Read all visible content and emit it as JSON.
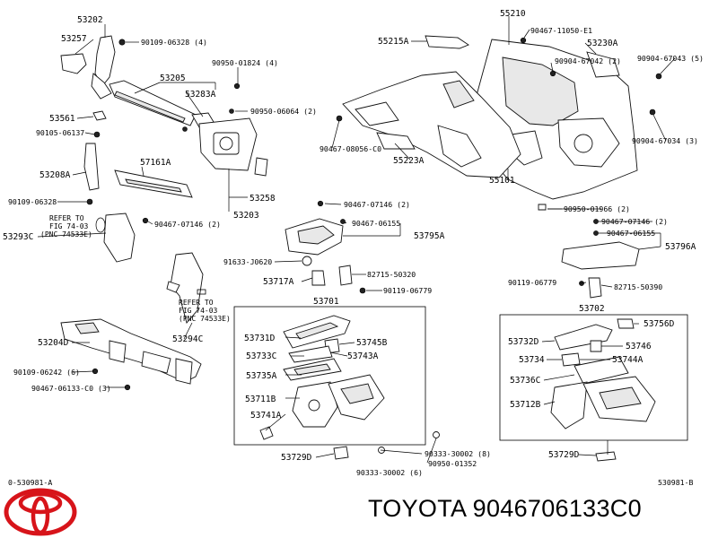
{
  "labels": {
    "l53202": "53202",
    "l53257": "53257",
    "l90109_06328_4": "90109-06328 (4)",
    "l90950_01824_4": "90950-01824 (4)",
    "l53205": "53205",
    "l53283A": "53283A",
    "l90950_06064_2": "90950-06064 (2)",
    "l53561": "53561",
    "l90105_06137": "90105-06137",
    "l53208A": "53208A",
    "l57161A": "57161A",
    "l90109_06328": "90109-06328",
    "l53258": "53258",
    "l53203": "53203",
    "l90467_07146_2a": "90467-07146 (2)",
    "l53293C": "53293C",
    "l53204D": "53204D",
    "l90109_06242_6": "90109-06242 (6)",
    "l90467_06133_C0_3": "90467-06133-C0 (3)",
    "l53294C": "53294C",
    "l55210": "55210",
    "l55215A": "55215A",
    "l90467_11050_E1": "90467-11050-E1",
    "l53230A": "53230A",
    "l90904_67042_2": "90904-67042 (2)",
    "l90904_67043_5": "90904-67043 (5)",
    "l90467_08056_C0": "90467-08056-C0",
    "l55223A": "55223A",
    "l55101": "55101",
    "l90904_67034_3": "90904-67034 (3)",
    "l90467_07146_2b": "90467-07146 (2)",
    "l90467_06155a": "90467-06155",
    "l53795A": "53795A",
    "l91633_J0620": "91633-J0620",
    "l53717A": "53717A",
    "l82715_50320": "82715-50320",
    "l90119_06779a": "90119-06779",
    "l53701": "53701",
    "l53731D": "53731D",
    "l53745B": "53745B",
    "l53733C": "53733C",
    "l53743A": "53743A",
    "l53735A": "53735A",
    "l53711B": "53711B",
    "l53741A": "53741A",
    "l53729D_a": "53729D",
    "l90333_30002_8": "90333-30002 (8)",
    "l90950_01352": "90950-01352",
    "l90333_30002_6": "90333-30002 (6)",
    "l90950_01966_2": "90950-01966 (2)",
    "l90467_07146_2c": "90467-07146 (2)",
    "l90467_06155b": "90467-06155",
    "l53796A": "53796A",
    "l90119_06779b": "90119-06779",
    "l82715_50390": "82715-50390",
    "l53702": "53702",
    "l53756D": "53756D",
    "l53732D": "53732D",
    "l53746": "53746",
    "l53734": "53734",
    "l53744A": "53744A",
    "l53736C": "53736C",
    "l53712B": "53712B",
    "l53729D_b": "53729D",
    "code_left": "0-530981-A",
    "code_right": "530981-B"
  },
  "refer_notes": [
    {
      "line1": "REFER TO",
      "line2": "FIG 74-03",
      "line3": "(PNC 74533E)"
    },
    {
      "line1": "REFER TO",
      "line2": "FIG 74-03",
      "line3": "(PNC 74533E)"
    }
  ],
  "footer": {
    "brand": "TOYOTA",
    "part_number": "9046706133C0"
  },
  "colors": {
    "ink": "#000000",
    "logo_red": "#d7141a"
  }
}
